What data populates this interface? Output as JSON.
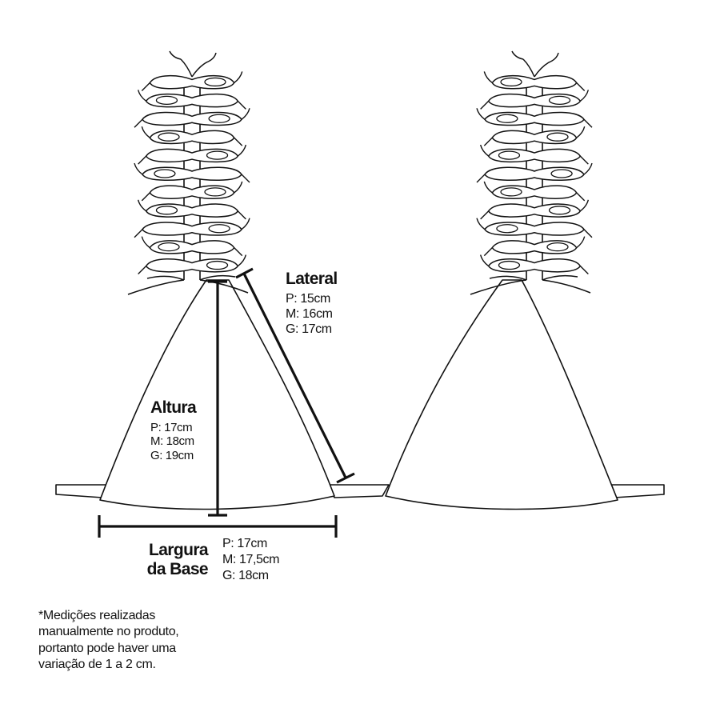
{
  "measurements": {
    "lateral": {
      "title": "Lateral",
      "p": "P: 15cm",
      "m": "M: 16cm",
      "g": "G: 17cm"
    },
    "altura": {
      "title": "Altura",
      "p": "P: 17cm",
      "m": "M: 18cm",
      "g": "G: 19cm"
    },
    "largura": {
      "title_line1": "Largura",
      "title_line2": "da Base",
      "p": "P: 17cm",
      "m": "M: 17,5cm",
      "g": "G: 18cm"
    }
  },
  "footnote": {
    "line1": "*Medições realizadas",
    "line2": "manualmente no produto,",
    "line3": "portanto pode haver uma",
    "line4": "variação de 1 a 2 cm."
  },
  "colors": {
    "outline": "#111111",
    "background": "#ffffff"
  }
}
